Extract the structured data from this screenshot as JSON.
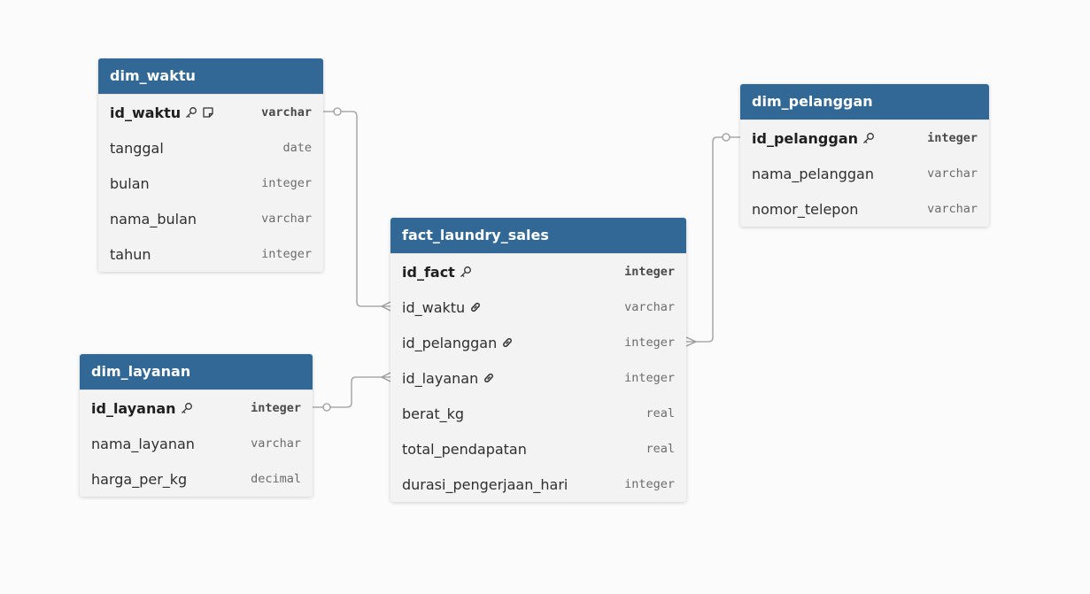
{
  "theme": {
    "header_color": "#326896",
    "line_color": "#9a9a9a"
  },
  "tables": {
    "dim_waktu": {
      "title": "dim_waktu",
      "columns": [
        {
          "name": "id_waktu",
          "type": "varchar",
          "pk": true,
          "icons": [
            "key-icon",
            "note-icon"
          ]
        },
        {
          "name": "tanggal",
          "type": "date"
        },
        {
          "name": "bulan",
          "type": "integer"
        },
        {
          "name": "nama_bulan",
          "type": "varchar"
        },
        {
          "name": "tahun",
          "type": "integer"
        }
      ]
    },
    "dim_layanan": {
      "title": "dim_layanan",
      "columns": [
        {
          "name": "id_layanan",
          "type": "integer",
          "pk": true,
          "icons": [
            "key-icon"
          ]
        },
        {
          "name": "nama_layanan",
          "type": "varchar"
        },
        {
          "name": "harga_per_kg",
          "type": "decimal"
        }
      ]
    },
    "fact_laundry_sales": {
      "title": "fact_laundry_sales",
      "columns": [
        {
          "name": "id_fact",
          "type": "integer",
          "pk": true,
          "icons": [
            "key-icon"
          ]
        },
        {
          "name": "id_waktu",
          "type": "varchar",
          "icons": [
            "link-icon"
          ]
        },
        {
          "name": "id_pelanggan",
          "type": "integer",
          "icons": [
            "link-icon"
          ]
        },
        {
          "name": "id_layanan",
          "type": "integer",
          "icons": [
            "link-icon"
          ]
        },
        {
          "name": "berat_kg",
          "type": "real"
        },
        {
          "name": "total_pendapatan",
          "type": "real"
        },
        {
          "name": "durasi_pengerjaan_hari",
          "type": "integer"
        }
      ]
    },
    "dim_pelanggan": {
      "title": "dim_pelanggan",
      "columns": [
        {
          "name": "id_pelanggan",
          "type": "integer",
          "pk": true,
          "icons": [
            "key-icon"
          ]
        },
        {
          "name": "nama_pelanggan",
          "type": "varchar"
        },
        {
          "name": "nomor_telepon",
          "type": "varchar"
        }
      ]
    }
  },
  "relationships": [
    {
      "from": "dim_waktu.id_waktu",
      "to": "fact_laundry_sales.id_waktu",
      "cardinality": "one-to-many"
    },
    {
      "from": "dim_layanan.id_layanan",
      "to": "fact_laundry_sales.id_layanan",
      "cardinality": "one-to-many"
    },
    {
      "from": "dim_pelanggan.id_pelanggan",
      "to": "fact_laundry_sales.id_pelanggan",
      "cardinality": "one-to-many"
    }
  ]
}
